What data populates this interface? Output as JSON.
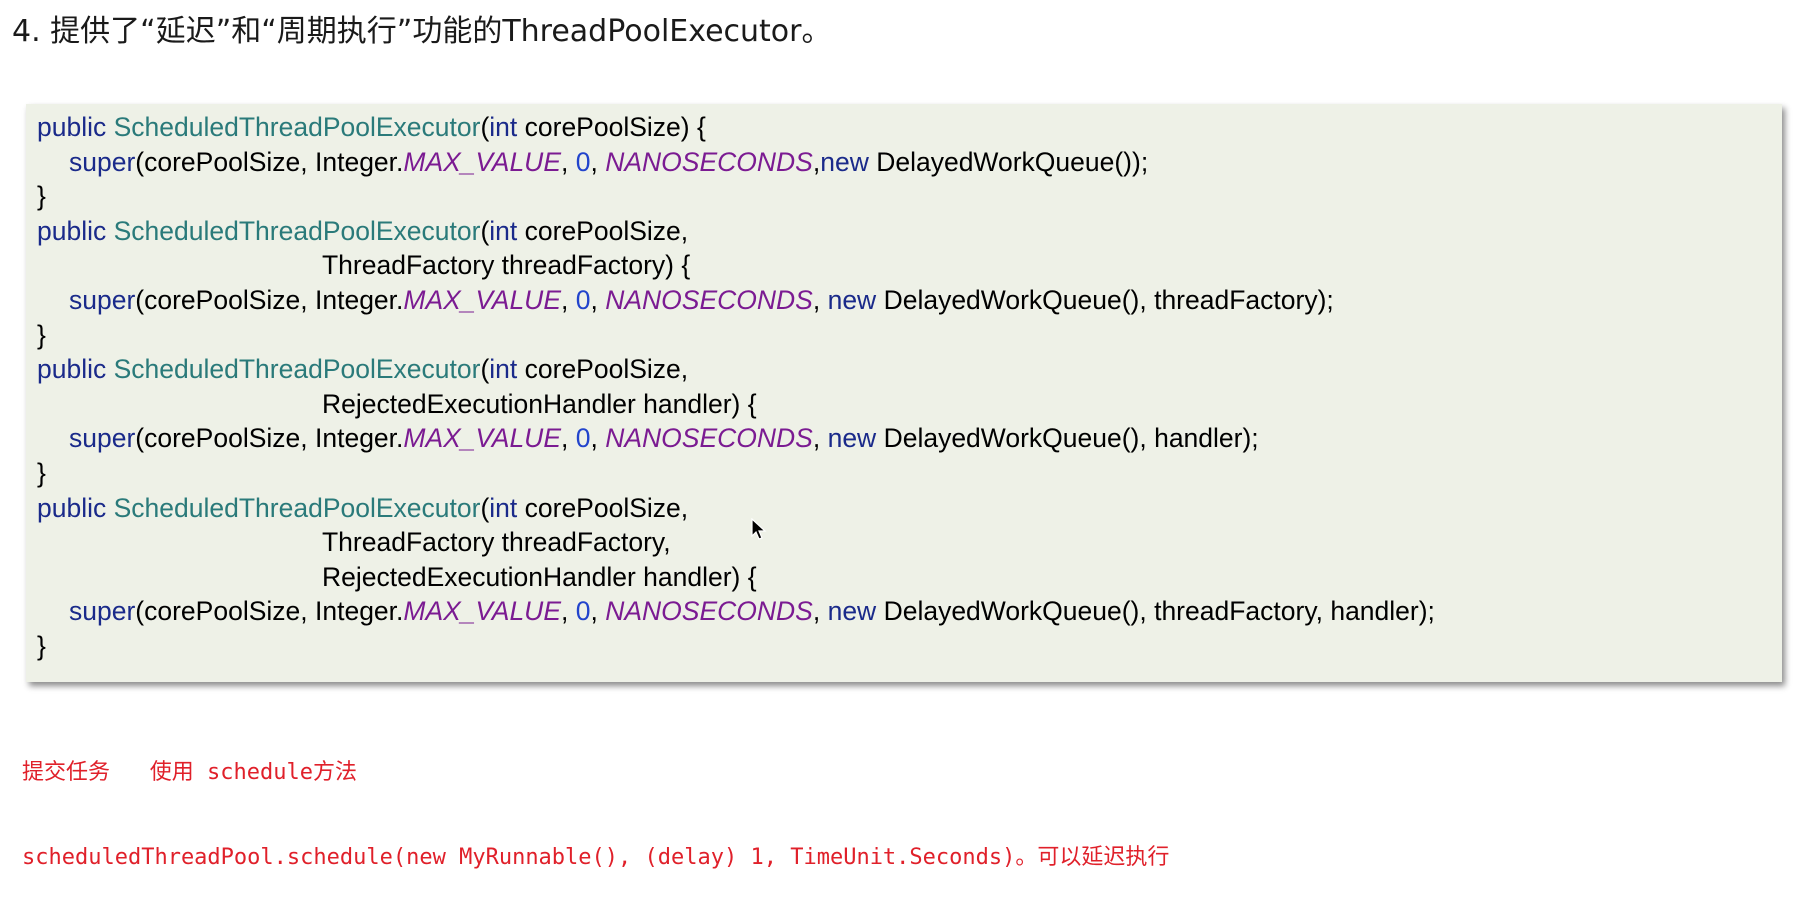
{
  "heading": "4. 提供了“延迟”和“周期执行”功能的ThreadPoolExecutor。",
  "code_lines": [
    {
      "indent": 0,
      "tokens": [
        {
          "t": "public ",
          "c": "kw"
        },
        {
          "t": "ScheduledThreadPoolExecutor",
          "c": "cls"
        },
        {
          "t": "(",
          "c": ""
        },
        {
          "t": "int",
          "c": "kw"
        },
        {
          "t": " corePoolSize) {",
          "c": ""
        }
      ]
    },
    {
      "indent": 1,
      "tokens": [
        {
          "t": "super",
          "c": "kw"
        },
        {
          "t": "(corePoolSize, Integer.",
          "c": ""
        },
        {
          "t": "MAX_VALUE",
          "c": "const"
        },
        {
          "t": ", ",
          "c": ""
        },
        {
          "t": "0",
          "c": "num"
        },
        {
          "t": ", ",
          "c": ""
        },
        {
          "t": "NANOSECONDS",
          "c": "const"
        },
        {
          "t": ",",
          "c": ""
        },
        {
          "t": "new",
          "c": "kw"
        },
        {
          "t": " DelayedWorkQueue());",
          "c": ""
        }
      ]
    },
    {
      "indent": 0,
      "tokens": [
        {
          "t": "}",
          "c": ""
        }
      ]
    },
    {
      "indent": 0,
      "tokens": [
        {
          "t": "public ",
          "c": "kw"
        },
        {
          "t": "ScheduledThreadPoolExecutor",
          "c": "cls"
        },
        {
          "t": "(",
          "c": ""
        },
        {
          "t": "int",
          "c": "kw"
        },
        {
          "t": " corePoolSize,",
          "c": ""
        }
      ]
    },
    {
      "indent": 2,
      "tokens": [
        {
          "t": "ThreadFactory threadFactory) {",
          "c": ""
        }
      ]
    },
    {
      "indent": 1,
      "tokens": [
        {
          "t": "super",
          "c": "kw"
        },
        {
          "t": "(corePoolSize, Integer.",
          "c": ""
        },
        {
          "t": "MAX_VALUE",
          "c": "const"
        },
        {
          "t": ", ",
          "c": ""
        },
        {
          "t": "0",
          "c": "num"
        },
        {
          "t": ", ",
          "c": ""
        },
        {
          "t": "NANOSECONDS",
          "c": "const"
        },
        {
          "t": ", ",
          "c": ""
        },
        {
          "t": "new",
          "c": "kw"
        },
        {
          "t": " DelayedWorkQueue(), threadFactory);",
          "c": ""
        }
      ]
    },
    {
      "indent": 0,
      "tokens": [
        {
          "t": "}",
          "c": ""
        }
      ]
    },
    {
      "indent": 0,
      "tokens": [
        {
          "t": "public ",
          "c": "kw"
        },
        {
          "t": "ScheduledThreadPoolExecutor",
          "c": "cls"
        },
        {
          "t": "(",
          "c": ""
        },
        {
          "t": "int",
          "c": "kw"
        },
        {
          "t": " corePoolSize,",
          "c": ""
        }
      ]
    },
    {
      "indent": 2,
      "tokens": [
        {
          "t": "RejectedExecutionHandler handler) {",
          "c": ""
        }
      ]
    },
    {
      "indent": 1,
      "tokens": [
        {
          "t": "super",
          "c": "kw"
        },
        {
          "t": "(corePoolSize, Integer.",
          "c": ""
        },
        {
          "t": "MAX_VALUE",
          "c": "const"
        },
        {
          "t": ", ",
          "c": ""
        },
        {
          "t": "0",
          "c": "num"
        },
        {
          "t": ", ",
          "c": ""
        },
        {
          "t": "NANOSECONDS",
          "c": "const"
        },
        {
          "t": ", ",
          "c": ""
        },
        {
          "t": "new",
          "c": "kw"
        },
        {
          "t": " DelayedWorkQueue(), handler);",
          "c": ""
        }
      ]
    },
    {
      "indent": 0,
      "tokens": [
        {
          "t": "}",
          "c": ""
        }
      ]
    },
    {
      "indent": 0,
      "tokens": [
        {
          "t": "public ",
          "c": "kw"
        },
        {
          "t": "ScheduledThreadPoolExecutor",
          "c": "cls"
        },
        {
          "t": "(",
          "c": ""
        },
        {
          "t": "int",
          "c": "kw"
        },
        {
          "t": " corePoolSize,",
          "c": ""
        }
      ]
    },
    {
      "indent": 2,
      "tokens": [
        {
          "t": "ThreadFactory threadFactory,",
          "c": ""
        }
      ]
    },
    {
      "indent": 2,
      "tokens": [
        {
          "t": "RejectedExecutionHandler handler) {",
          "c": ""
        }
      ]
    },
    {
      "indent": 1,
      "tokens": [
        {
          "t": "super",
          "c": "kw"
        },
        {
          "t": "(corePoolSize, Integer.",
          "c": ""
        },
        {
          "t": "MAX_VALUE",
          "c": "const"
        },
        {
          "t": ", ",
          "c": ""
        },
        {
          "t": "0",
          "c": "num"
        },
        {
          "t": ", ",
          "c": ""
        },
        {
          "t": "NANOSECONDS",
          "c": "const"
        },
        {
          "t": ", ",
          "c": ""
        },
        {
          "t": "new",
          "c": "kw"
        },
        {
          "t": " DelayedWorkQueue(), threadFactory, handler);",
          "c": ""
        }
      ]
    },
    {
      "indent": 0,
      "tokens": [
        {
          "t": "}",
          "c": ""
        }
      ]
    }
  ],
  "notes": {
    "line1": "提交任务   使用 schedule方法",
    "line2": "scheduledThreadPool.schedule(new MyRunnable(), (delay) 1, TimeUnit.Seconds)。可以延迟执行"
  },
  "colors": {
    "keyword": "#1a2a8a",
    "class_name": "#2a7a7a",
    "constant": "#7b1b92",
    "number": "#2244cc",
    "note": "#e0202a",
    "code_bg": "#eef1e7"
  },
  "icons": {
    "cursor": "mouse-pointer-icon"
  }
}
